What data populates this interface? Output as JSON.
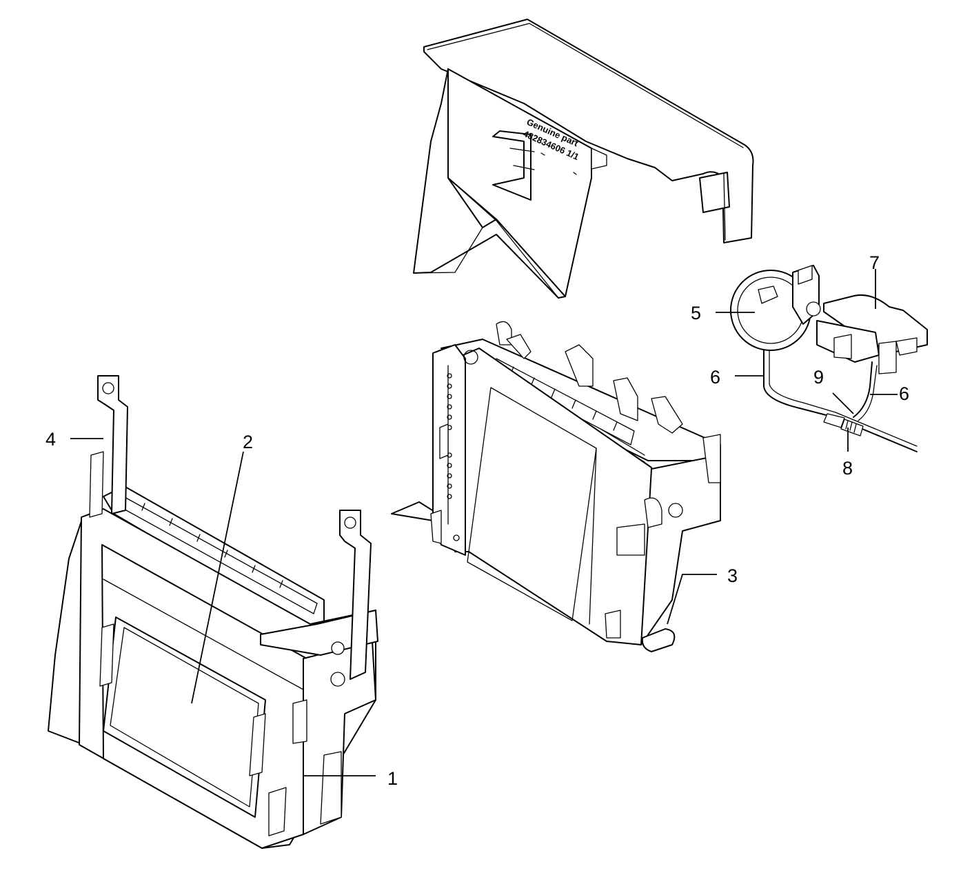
{
  "diagram": {
    "callouts": [
      {
        "id": "1",
        "label": "1"
      },
      {
        "id": "2",
        "label": "2"
      },
      {
        "id": "3",
        "label": "3"
      },
      {
        "id": "4",
        "label": "4"
      },
      {
        "id": "5",
        "label": "5"
      },
      {
        "id": "6a",
        "label": "6"
      },
      {
        "id": "6b",
        "label": "6"
      },
      {
        "id": "7",
        "label": "7"
      },
      {
        "id": "8",
        "label": "8"
      },
      {
        "id": "9",
        "label": "9"
      }
    ],
    "cover_stamp": {
      "line1": "Genuine part",
      "line2": "482834606 1/1"
    }
  }
}
